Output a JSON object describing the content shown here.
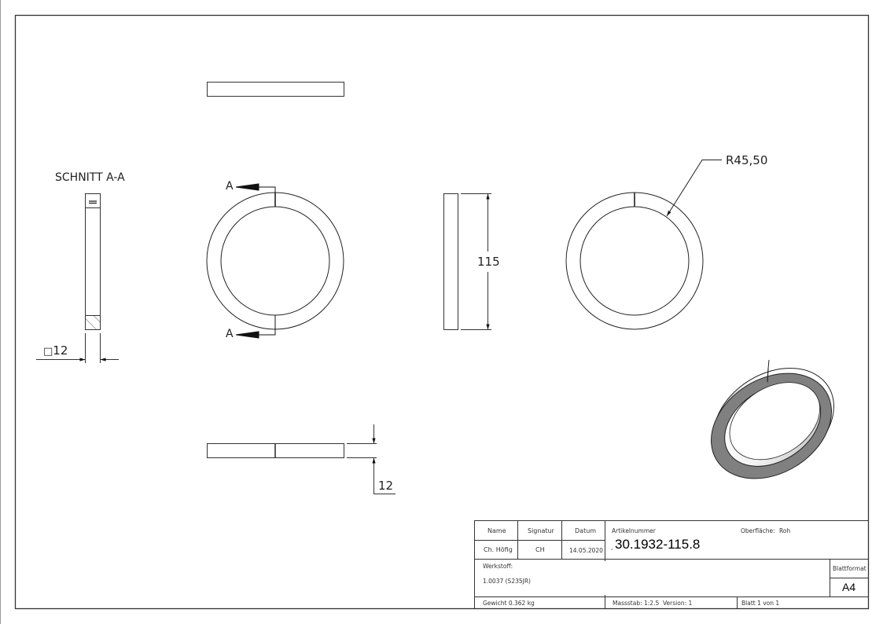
{
  "drawing": {
    "section_title": "SCHNITT A-A",
    "section_marker": "A",
    "dimensions": {
      "section_square": "12",
      "square_symbol": "□",
      "diameter_height": "115",
      "radius": "R45,50",
      "thickness": "12"
    },
    "views": [
      "top-view",
      "front-view-with-section-line",
      "side-view",
      "rear-view",
      "bottom-view",
      "isometric-view",
      "section-a-a"
    ]
  },
  "title_block": {
    "headers": {
      "name": "Name",
      "signature": "Signatur",
      "date": "Datum"
    },
    "values": {
      "name": "Ch. Höfig",
      "signature": "CH",
      "date": "14.05.2020"
    },
    "article_number_label": "Artikelnummer",
    "article_number_prefix": ",",
    "article_number": "30.1932-115.8",
    "surface_label": "Oberfläche:",
    "surface_value": "Roh",
    "material_label": "Werkstoff:",
    "material_value": "1.0037 (S235JR)",
    "sheet_format_label": "Blattformat",
    "sheet_format_value": "A4",
    "weight": "Gewicht 0.362 kg",
    "scale": "Massstab: 1:2.5",
    "version": "Version: 1",
    "sheet": "Blatt 1 von 1"
  },
  "colors": {
    "line": "#222222",
    "frame": "#333333",
    "iso_face": "#808080",
    "iso_light": "#f4f4f4"
  }
}
